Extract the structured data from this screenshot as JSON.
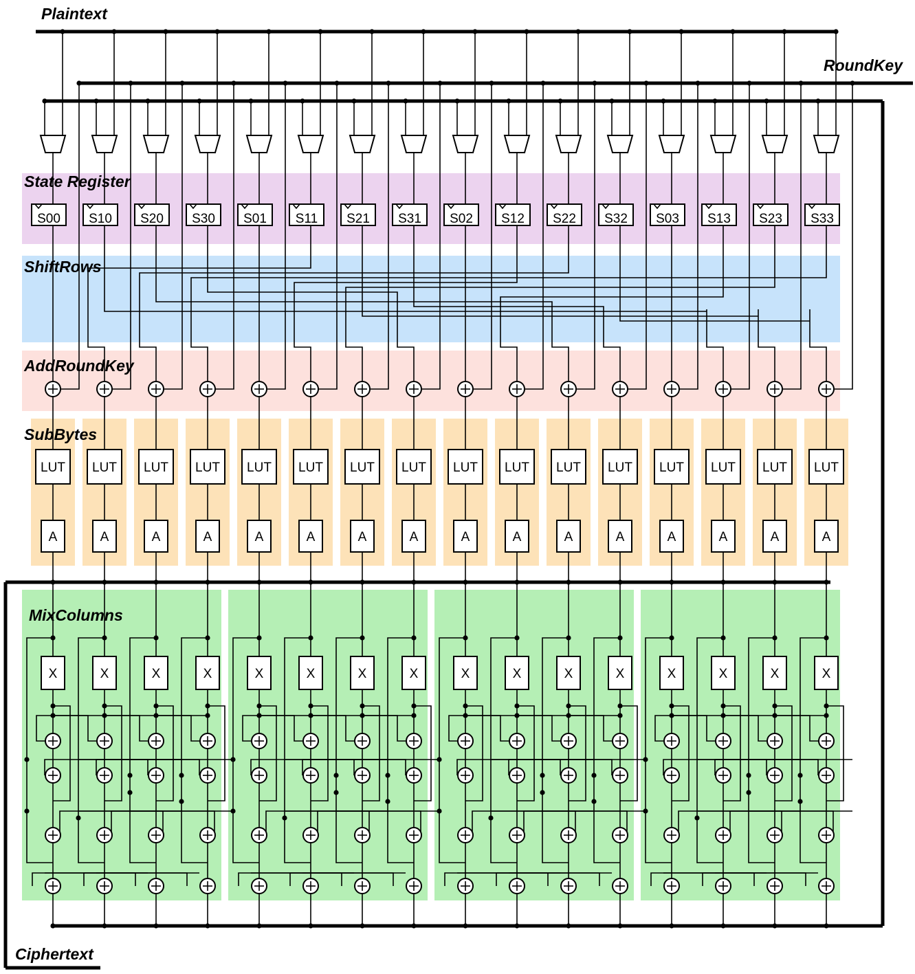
{
  "labels": {
    "plaintext": "Plaintext",
    "roundkey": "RoundKey",
    "state_register": "State Register",
    "shiftrows": "ShiftRows",
    "addroundkey": "AddRoundKey",
    "subbytes": "SubBytes",
    "mixcolumns": "MixColumns",
    "ciphertext": "Ciphertext"
  },
  "registers": [
    "S00",
    "S10",
    "S20",
    "S30",
    "S01",
    "S11",
    "S21",
    "S31",
    "S02",
    "S12",
    "S22",
    "S32",
    "S03",
    "S13",
    "S23",
    "S33"
  ],
  "lut_label": "LUT",
  "affine_label": "A",
  "xtime_label": "X",
  "colors": {
    "state_register": "#ecd3ef",
    "shiftrows": "#c7e3fb",
    "addroundkey": "#fde1dd",
    "subbytes": "#fde2b8",
    "mixcolumns": "#b5efb5"
  },
  "icons": {
    "mux": "trapezoid-mux-icon",
    "xor": "circle-plus-xor-icon",
    "flipflop": "clock-notch-icon"
  }
}
